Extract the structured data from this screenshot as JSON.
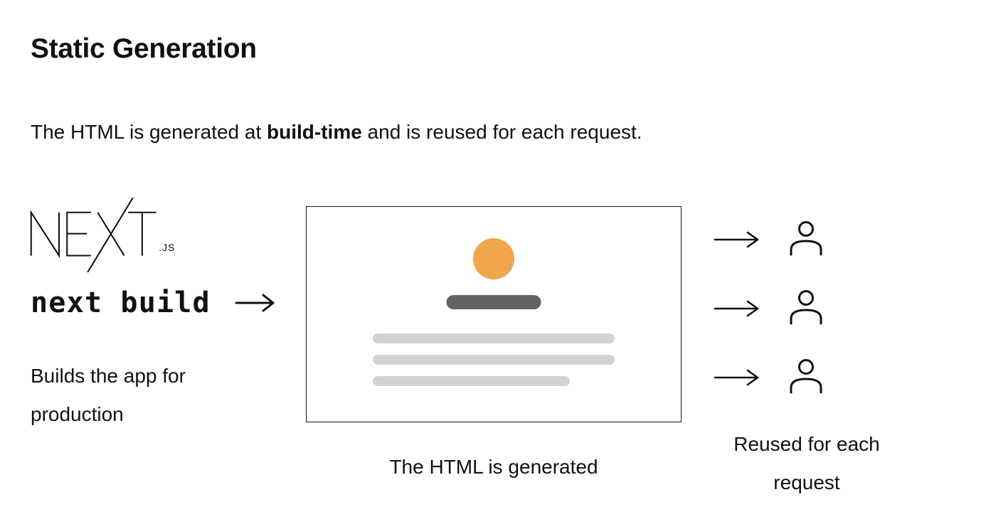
{
  "page": {
    "title": "Static Generation",
    "subtitle_pre": "The HTML is generated at ",
    "subtitle_bold": "build-time",
    "subtitle_post": " and is reused for each request."
  },
  "left": {
    "logo_text": "NEXT",
    "logo_suffix": ".JS",
    "command": "next build",
    "description": "Builds the app for production"
  },
  "center": {
    "caption": "The HTML is generated"
  },
  "right": {
    "caption": "Reused for each request",
    "request_count": 3
  },
  "icons": {
    "arrow": "arrow-right-icon",
    "user": "person-icon",
    "logo": "nextjs-logo-icon",
    "avatar_placeholder": "avatar-circle",
    "heading_placeholder": "heading-bar",
    "text_placeholder": "text-bar"
  },
  "colors": {
    "background": "#FFFFFF",
    "text": "#111111",
    "avatar_orange": "#F0A64C",
    "heading_bar_gray": "#636363",
    "text_bar_gray": "#D3D3D3"
  }
}
